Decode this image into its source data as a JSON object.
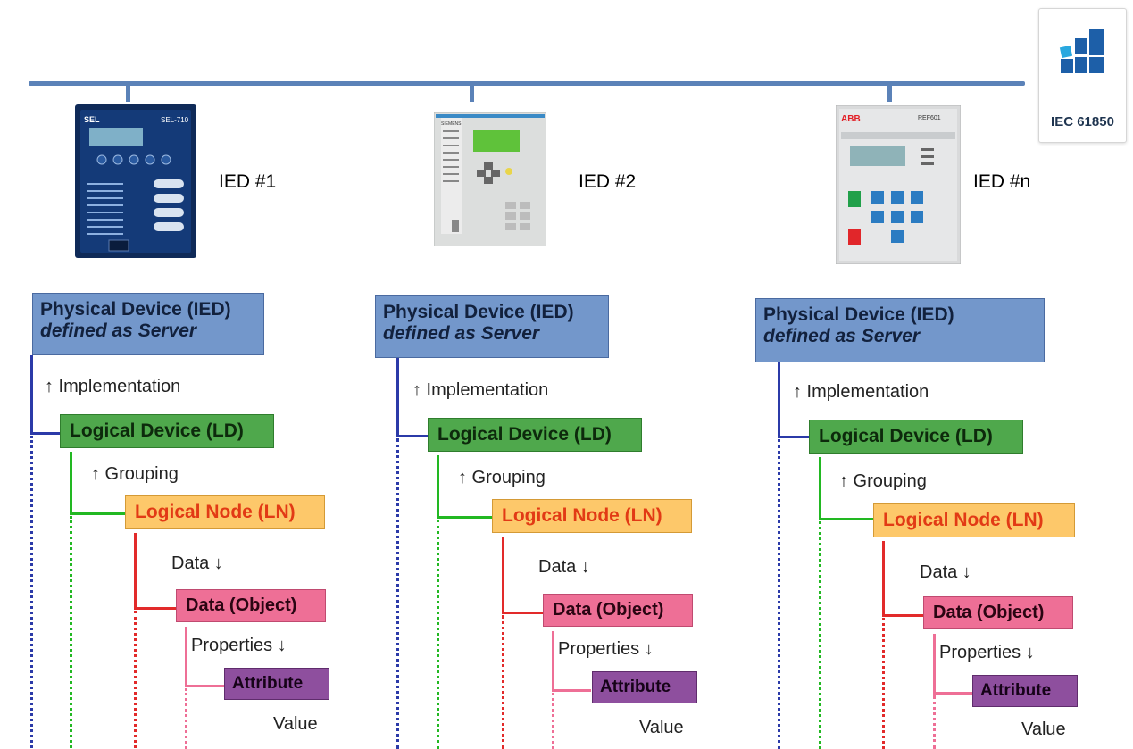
{
  "logo": {
    "text": "IEC 61850"
  },
  "ieds": [
    {
      "label": "IED #1",
      "brand": "SEL",
      "model": "SEL-710"
    },
    {
      "label": "IED #2",
      "brand": "SIEMENS",
      "model": ""
    },
    {
      "label": "IED #n",
      "brand": "ABB",
      "model": "REF601"
    }
  ],
  "tree": {
    "physical_device": "Physical Device (IED)",
    "physical_device_sub": "defined as Server",
    "implementation": "↑ Implementation",
    "logical_device": "Logical Device (LD)",
    "grouping": "↑ Grouping",
    "logical_node": "Logical Node (LN)",
    "data_label": "Data ↓",
    "data_object": "Data (Object)",
    "properties": "Properties ↓",
    "attribute": "Attribute",
    "value": "Value"
  },
  "colors": {
    "bus": "#5b82b8",
    "physical_device": "#7397cb",
    "logical_device": "#4fa84c",
    "logical_node": "#fdc86a",
    "logical_node_text": "#e23a15",
    "data_object": "#ee6f96",
    "attribute": "#8e4f9e",
    "line_blue": "#2b3aa8",
    "line_green": "#22b822",
    "line_red": "#e22a2a",
    "line_pink": "#ee6f96"
  }
}
